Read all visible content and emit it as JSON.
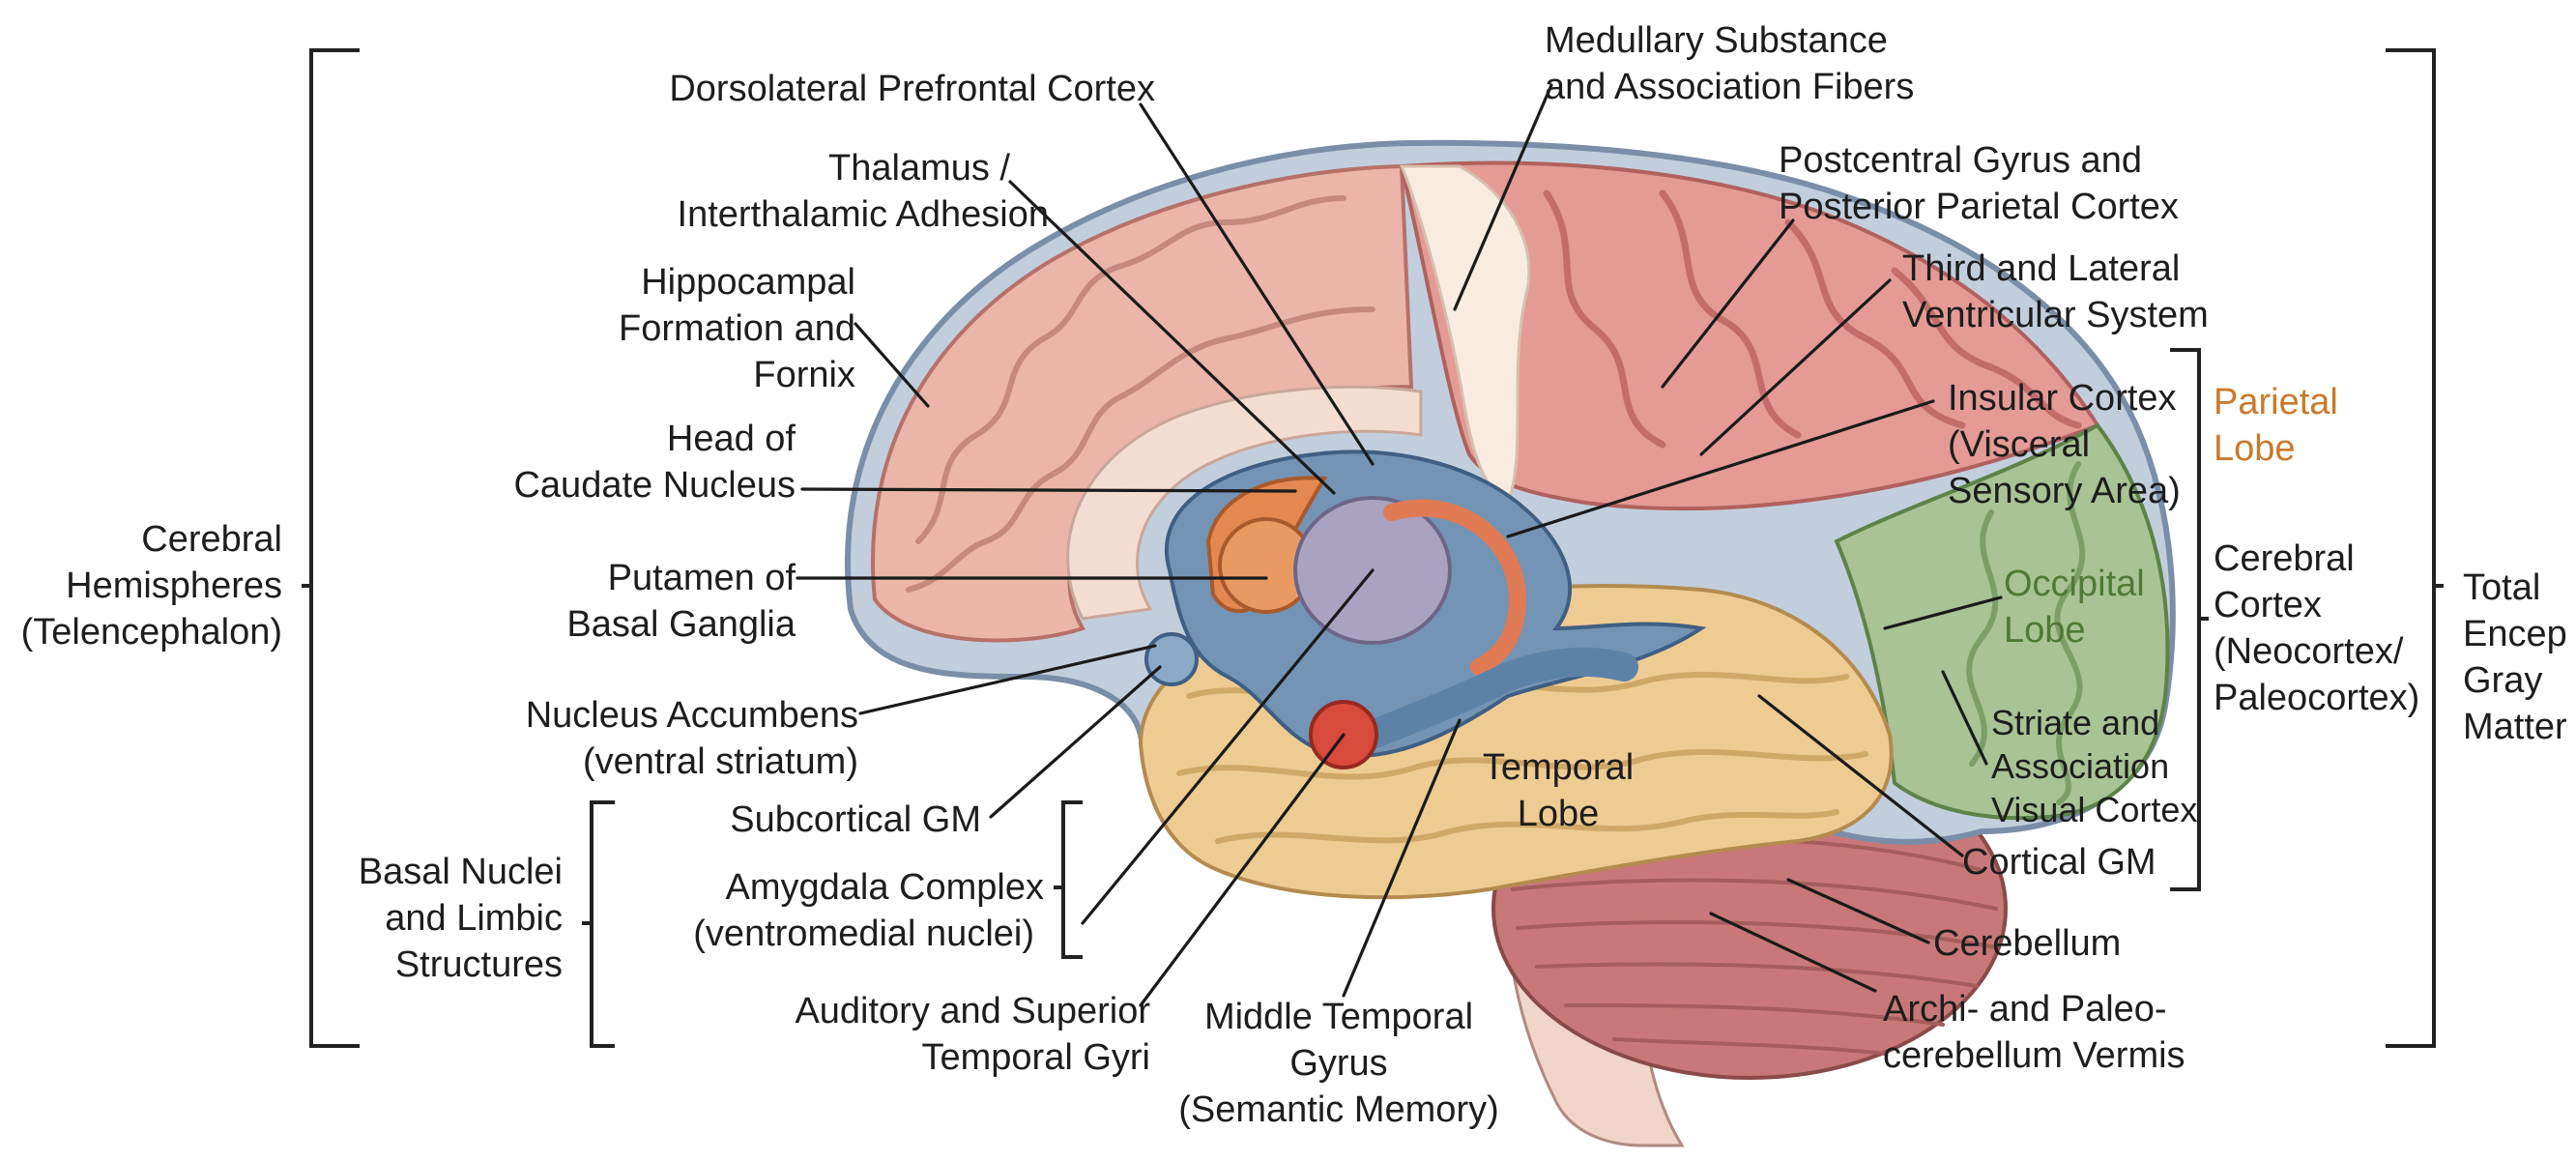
{
  "colors": {
    "parietal": "#c97a2c",
    "occipital": "#4f7a35",
    "frontal": "#ecb5aa",
    "parietal_fill": "#e49a95",
    "occipital_fill": "#a9c394",
    "temporal_fill": "#eecb92",
    "cerebellum_fill": "#c87878",
    "ventricle": "#7394b5",
    "caudate": "#e38850",
    "thalamus": "#a9a2c0",
    "amygdala": "#d84a3c"
  },
  "labels": {
    "dlpfc": "Dorsolateral Prefrontal Cortex",
    "thalamus_l1": "Thalamus /",
    "thalamus_l2": "Interthalamic Adhesion",
    "hippo_l1": "Hippocampal",
    "hippo_l2": "Formation and",
    "hippo_l3": "Fornix",
    "caudate_l1": "Head of",
    "caudate_l2": "Caudate Nucleus",
    "putamen_l1": "Putamen of",
    "putamen_l2": "Basal Ganglia",
    "accumbens_l1": "Nucleus Accumbens",
    "accumbens_l2": "(ventral striatum)",
    "subcortical": "Subcortical GM",
    "amygdala_l1": "Amygdala Complex",
    "amygdala_l2": "(ventromedial nuclei)",
    "auditory_l1": "Auditory and Superior",
    "auditory_l2": "Temporal Gyri",
    "mtg_l1": "Middle Temporal",
    "mtg_l2": "Gyrus",
    "mtg_l3": "(Semantic Memory)",
    "medullary_l1": "Medullary Substance",
    "medullary_l2": "and Association Fibers",
    "postcentral_l1": "Postcentral Gyrus and",
    "postcentral_l2": "Posterior Parietal Cortex",
    "ventricular_l1": "Third and Lateral",
    "ventricular_l2": "Ventricular System",
    "insular_l1": "Insular Cortex",
    "insular_l2": "(Visceral",
    "insular_l3": "Sensory Area)",
    "parietal_l1": "Parietal",
    "parietal_l2": "Lobe",
    "occipital_l1": "Occipital",
    "occipital_l2": "Lobe",
    "striate_l1": "Striate and",
    "striate_l2": "Association",
    "striate_l3": "Visual Cortex",
    "cortical": "Cortical GM",
    "cerebellum": "Cerebellum",
    "vermis_l1": "Archi- and Paleo-",
    "vermis_l2": "cerebellum Vermis",
    "temporal_l1": "Temporal",
    "temporal_l2": "Lobe",
    "cerebral_cortex_l1": "Cerebral",
    "cerebral_cortex_l2": "Cortex",
    "cerebral_cortex_l3": "(Neocortex/",
    "cerebral_cortex_l4": "Paleocortex)",
    "total_l1": "Total",
    "total_l2": "Encep",
    "total_l3": "Gray",
    "total_l4": "Matter",
    "hemispheres_l1": "Cerebral",
    "hemispheres_l2": "Hemispheres",
    "hemispheres_l3": "(Telencephalon)",
    "basal_l1": "Basal Nuclei",
    "basal_l2": "and Limbic",
    "basal_l3": "Structures"
  }
}
